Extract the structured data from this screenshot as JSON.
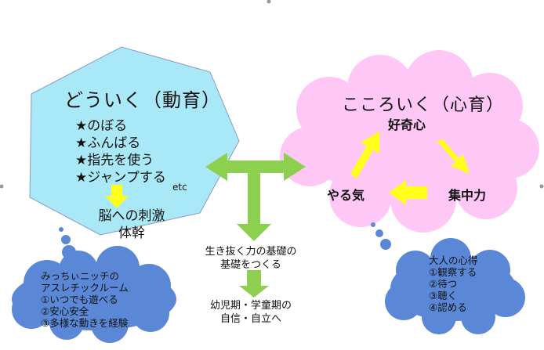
{
  "left_panel": {
    "title": "どういく（動育）",
    "items": [
      "★のぼる",
      "★ふんばる",
      "★指先を使う",
      "★ジャンプする"
    ],
    "etc": "etc",
    "result_lines": [
      "脳への刺激",
      "体幹"
    ]
  },
  "right_panel": {
    "title": "こころいく（心育）",
    "cycle": [
      "好奇心",
      "集中力",
      "やる気"
    ]
  },
  "center": {
    "top_lines": [
      "生き抜く力の基礎の",
      "基礎をつくる"
    ],
    "bottom_lines": [
      "幼児期・学童期の",
      "自信・自立へ"
    ]
  },
  "left_cloud": {
    "lines": [
      "みっちぃニッチの",
      "アスレチックルーム",
      "①いつでも遊べる",
      "②安心安全",
      "③多様な動きを経験"
    ]
  },
  "right_cloud": {
    "lines": [
      "大人の心得",
      "①観察する",
      "②待つ",
      "③聴く",
      "④認める"
    ]
  },
  "colors": {
    "left_shape": "#a9e9f7",
    "right_shape": "#ffc7f6",
    "clouds": "#5b88d6",
    "green_arrow": "#8dcf4f",
    "yellow_arrow": "#ffff1a",
    "outline": "#8a9bc4"
  }
}
